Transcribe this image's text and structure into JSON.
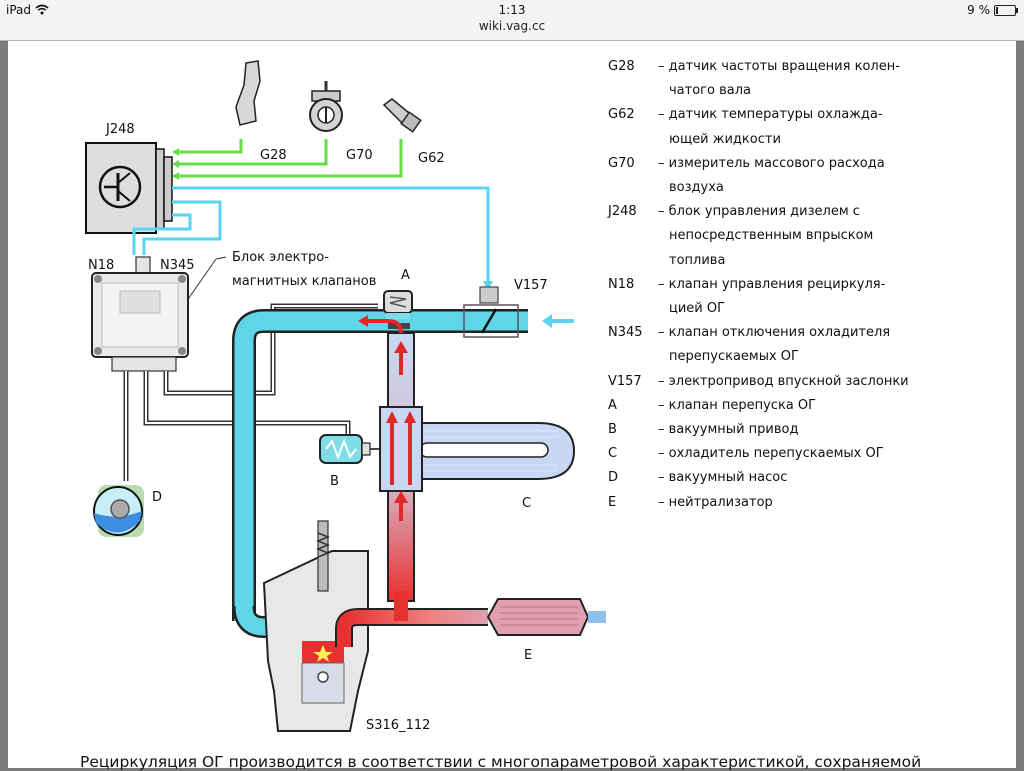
{
  "status_bar": {
    "device": "iPad",
    "wifi_icon": "wifi-icon",
    "time": "1:13",
    "url": "wiki.vag.cc",
    "battery_percent_text": "9 %",
    "battery_level": 0.09
  },
  "diagram": {
    "labels": {
      "J248": "J248",
      "G28": "G28",
      "G70": "G70",
      "G62": "G62",
      "N18": "N18",
      "N345": "N345",
      "block_line1": "Блок электро-",
      "block_line2": "магнитных клапанов",
      "A": "A",
      "V157": "V157",
      "B": "B",
      "C": "C",
      "D": "D",
      "E": "E",
      "figure_id": "S316_112"
    },
    "colors": {
      "signal_green": "#66dd44",
      "control_blue": "#5ad4f0",
      "intake_air": "#5fd6e8",
      "exhaust_red": "#e83030",
      "cooler_blue": "#c8d8f4"
    }
  },
  "legend": [
    {
      "code": "G28",
      "text": "– датчик частоты вращения колен-",
      "cont": "чатого вала"
    },
    {
      "code": "G62",
      "text": "– датчик температуры охлажда-",
      "cont": "ющей жидкости"
    },
    {
      "code": "G70",
      "text": "– измеритель массового расхода",
      "cont": "воздуха"
    },
    {
      "code": "J248",
      "text": "– блок управления дизелем с",
      "cont": "непосредственным впрыском",
      "cont2": "топлива"
    },
    {
      "code": "N18",
      "text": "– клапан управления рециркуля-",
      "cont": "цией ОГ"
    },
    {
      "code": "N345",
      "text": "– клапан отключения охладителя",
      "cont": "перепускаемых ОГ"
    },
    {
      "code": "V157",
      "text": "– электропривод впускной заслонки"
    },
    {
      "code": "A",
      "text": "– клапан перепуска ОГ"
    },
    {
      "code": "B",
      "text": "– вакуумный привод"
    },
    {
      "code": "C",
      "text": "– охладитель перепускаемых ОГ"
    },
    {
      "code": "D",
      "text": "– вакуумный насос"
    },
    {
      "code": "E",
      "text": "– нейтрализатор"
    }
  ],
  "body_text": "Рециркуляция ОГ производится в соответствии с многопараметровой характеристикой, сохраняемой"
}
